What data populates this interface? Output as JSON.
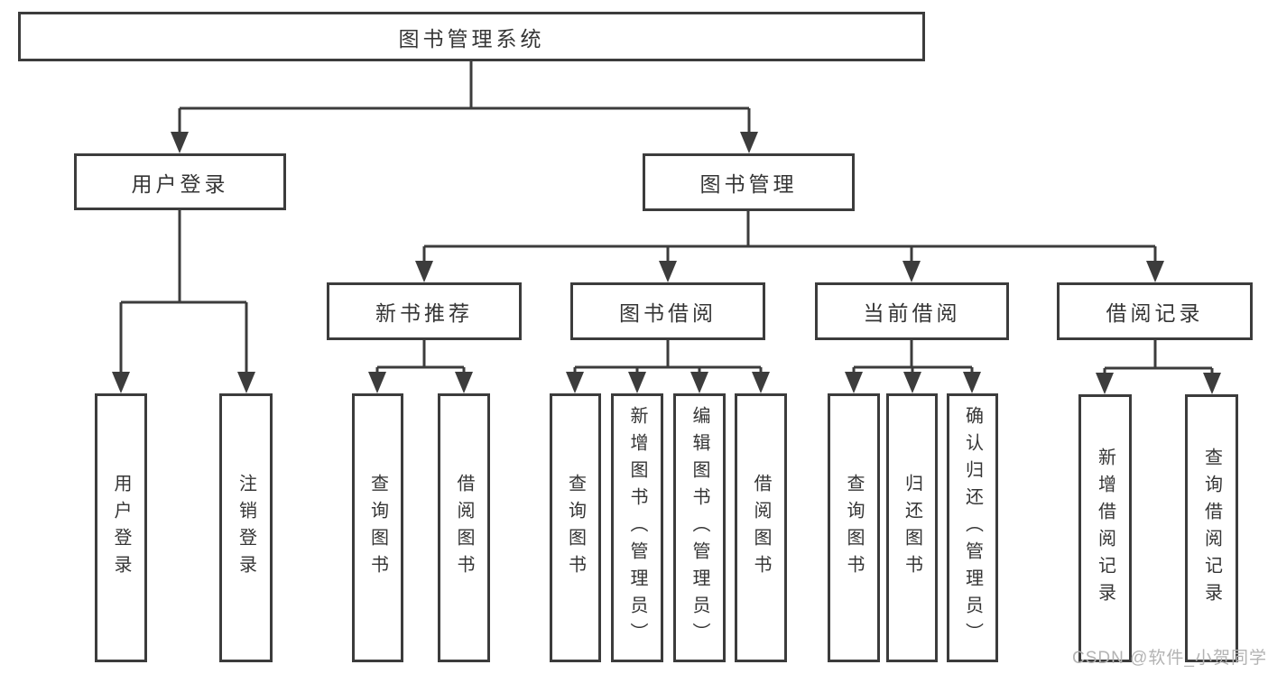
{
  "diagram": {
    "root": {
      "label": "图书管理系统"
    },
    "branches": [
      {
        "label": "用户登录",
        "children": [
          {
            "label": "用户登录"
          },
          {
            "label": "注销登录"
          }
        ]
      },
      {
        "label": "图书管理",
        "children": [
          {
            "label": "新书推荐",
            "children": [
              {
                "label": "查询图书"
              },
              {
                "label": "借阅图书"
              }
            ]
          },
          {
            "label": "图书借阅",
            "children": [
              {
                "label": "查询图书"
              },
              {
                "label": "新增图书（管理员）"
              },
              {
                "label": "编辑图书（管理员）"
              },
              {
                "label": "借阅图书"
              }
            ]
          },
          {
            "label": "当前借阅",
            "children": [
              {
                "label": "查询图书"
              },
              {
                "label": "归还图书"
              },
              {
                "label": "确认归还（管理员）"
              }
            ]
          },
          {
            "label": "借阅记录",
            "children": [
              {
                "label": "新增借阅记录"
              },
              {
                "label": "查询借阅记录"
              }
            ]
          }
        ]
      }
    ],
    "watermark": "CSDN @软件_小贺同学"
  },
  "colors": {
    "line": "#3c3c3c",
    "text": "#353535",
    "box_background": "#ffffff",
    "page_background": "#ffffff",
    "watermark": "#b3b3b3"
  }
}
